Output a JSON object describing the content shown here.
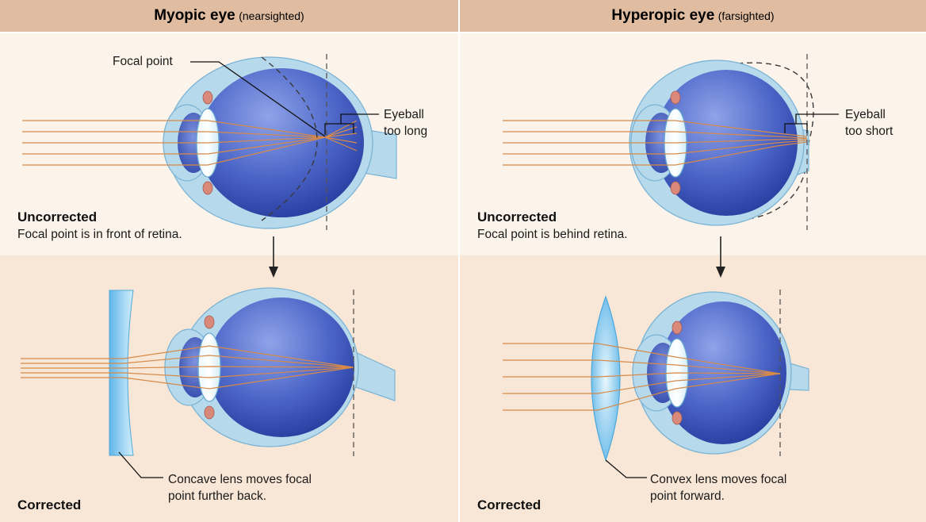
{
  "myopic": {
    "title": "Myopic eye",
    "subtitle": "(nearsighted)",
    "focal_label": "Focal point",
    "eyeball_label_1": "Eyeball",
    "eyeball_label_2": "too long",
    "uncorrected_title": "Uncorrected",
    "uncorrected_desc": "Focal point is in front of retina.",
    "lens_label_1": "Concave lens moves focal",
    "lens_label_2": "point further back.",
    "corrected_title": "Corrected"
  },
  "hyperopic": {
    "title": "Hyperopic eye",
    "subtitle": "(farsighted)",
    "eyeball_label_1": "Eyeball",
    "eyeball_label_2": "too short",
    "uncorrected_title": "Uncorrected",
    "uncorrected_desc": "Focal point is behind retina.",
    "lens_label_1": "Convex lens moves focal",
    "lens_label_2": "point forward.",
    "corrected_title": "Corrected"
  },
  "colors": {
    "header": "#e0bca1",
    "top_bg": "#fcf4ea",
    "bottom_bg": "#f8e7d6",
    "eye_outer": "#b7d9ec",
    "eye_inner": "#4f68c6",
    "light_ray": "#d68a4a",
    "lens": "#7fc6ee"
  }
}
